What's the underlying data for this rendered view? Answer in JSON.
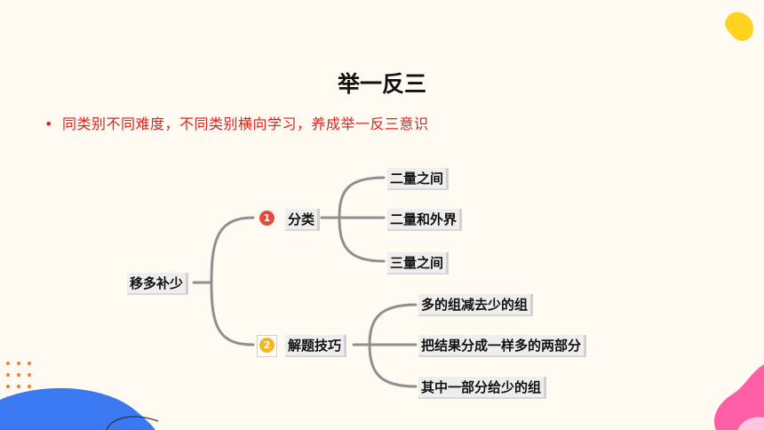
{
  "title": "举一反三",
  "bullet": {
    "marker": "•",
    "text": "同类别不同难度，不同类别横向学习，养成举一反三意识"
  },
  "mindmap": {
    "root": "移多补少",
    "branches": [
      {
        "number": "1",
        "label": "分类",
        "children": [
          "二量之间",
          "二量和外界",
          "三量之间"
        ]
      },
      {
        "number": "2",
        "label": "解题技巧",
        "children": [
          "多的组减去少的组",
          "把结果分成一样多的两部分",
          "其中一部分给少的组"
        ]
      }
    ]
  },
  "colors": {
    "title": "#111111",
    "bullet": "#e0201a",
    "branch1_badge": "#e24a3b",
    "branch2_badge": "#f3b624",
    "connector": "#8f8f8f",
    "decor_blue": "#3a79f2",
    "decor_yellow": "#ffd21f",
    "decor_pink": "#ff5fa6",
    "decor_dots": "#f47b38"
  }
}
